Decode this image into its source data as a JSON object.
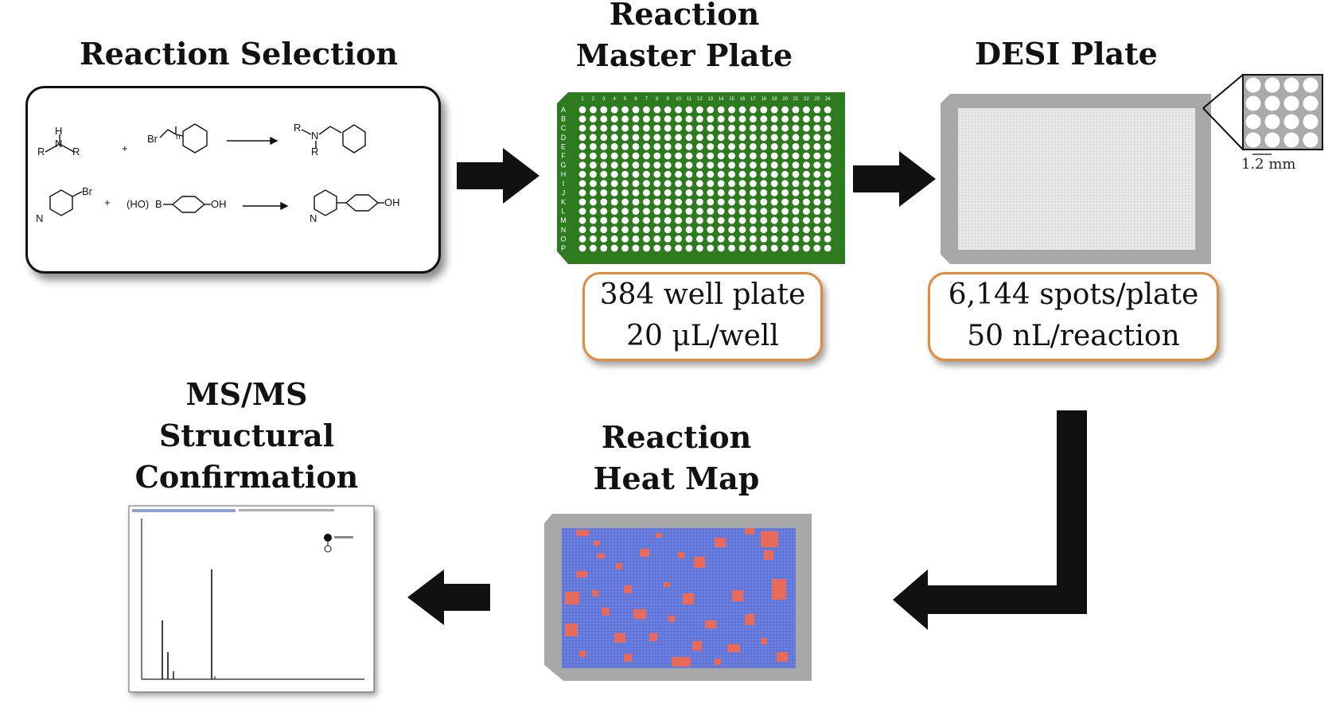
{
  "titles": {
    "reaction_selection": "Reaction Selection",
    "master_plate_line1": "Reaction",
    "master_plate_line2": "Master Plate",
    "desi_plate": "DESI Plate",
    "msms_line1": "MS/MS",
    "msms_line2": "Structural",
    "msms_line3": "Confirmation",
    "heatmap_line1": "Reaction",
    "heatmap_line2": "Heat Map"
  },
  "master_plate_info": {
    "line1": "384 well plate",
    "line2": "20 μL/well"
  },
  "desi_plate_info": {
    "line1": "6,144 spots/plate",
    "line2": "50 nL/reaction"
  },
  "scale": "1.2 mm",
  "plate": {
    "rows": [
      "A",
      "B",
      "C",
      "D",
      "E",
      "F",
      "G",
      "H",
      "I",
      "J",
      "K",
      "L",
      "M",
      "N",
      "O",
      "P"
    ],
    "columns": [
      "1",
      "2",
      "3",
      "4",
      "5",
      "6",
      "7",
      "8",
      "9",
      "10",
      "11",
      "12",
      "13",
      "14",
      "15",
      "16",
      "17",
      "18",
      "19",
      "20",
      "21",
      "22",
      "23",
      "24"
    ]
  },
  "chemistry": {
    "amine_R1": "R",
    "amine_R2": "R",
    "amine_N": "N",
    "amine_H": "H",
    "bromo_Br": "Br",
    "bromo_n": "n",
    "prod1_R1": "R",
    "prod1_N": "N",
    "prod1_R2": "R",
    "plus": "+",
    "pyr_N": "N",
    "pyr_Br": "Br",
    "boronic": "(HO)",
    "boronic_B": "B",
    "oh": "OH"
  },
  "colors": {
    "plate_green": "#2d7a1f",
    "desi_gray": "#a8a8a8",
    "heatmap_blue": "#5b6fd6",
    "heatmap_red": "#e86a5a",
    "pill_border": "#e08a3c",
    "arrow": "#111111"
  },
  "icons": {
    "arrow_right": "arrow-right-icon",
    "arrow_left": "arrow-left-icon",
    "arrow_elbow": "elbow-arrow-icon"
  }
}
